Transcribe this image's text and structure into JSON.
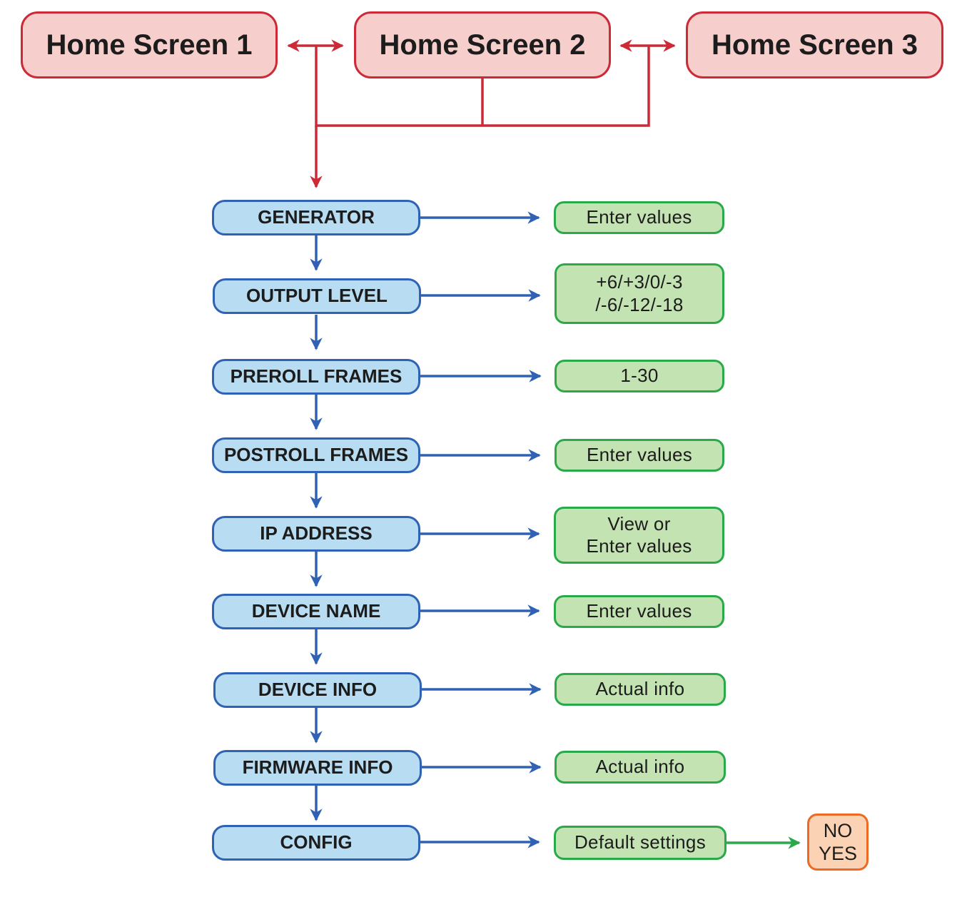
{
  "home_screens": [
    {
      "label": "Home Screen 1"
    },
    {
      "label": "Home Screen 2"
    },
    {
      "label": "Home Screen 3"
    }
  ],
  "menu_items": [
    {
      "label": "GENERATOR",
      "value_lines": [
        "Enter values"
      ]
    },
    {
      "label": "OUTPUT LEVEL",
      "value_lines": [
        "+6/+3/0/-3",
        "/-6/-12/-18"
      ]
    },
    {
      "label": "PREROLL FRAMES",
      "value_lines": [
        "1-30"
      ]
    },
    {
      "label": "POSTROLL FRAMES",
      "value_lines": [
        "Enter values"
      ]
    },
    {
      "label": "IP ADDRESS",
      "value_lines": [
        "View or",
        "Enter values"
      ]
    },
    {
      "label": "DEVICE NAME",
      "value_lines": [
        "Enter values"
      ]
    },
    {
      "label": "DEVICE INFO",
      "value_lines": [
        "Actual info"
      ]
    },
    {
      "label": "FIRMWARE INFO",
      "value_lines": [
        "Actual info"
      ]
    },
    {
      "label": "CONFIG",
      "value_lines": [
        "Default settings"
      ]
    }
  ],
  "config_options": [
    "NO",
    "YES"
  ],
  "colors": {
    "home_fill": "#f6cfcd",
    "home_border": "#cc2a36",
    "menu_fill": "#b8dcf1",
    "menu_border": "#2f61b4",
    "value_fill": "#c3e3b2",
    "value_border": "#2aa94b",
    "option_fill": "#fbd3b4",
    "option_border": "#ec6a24"
  }
}
